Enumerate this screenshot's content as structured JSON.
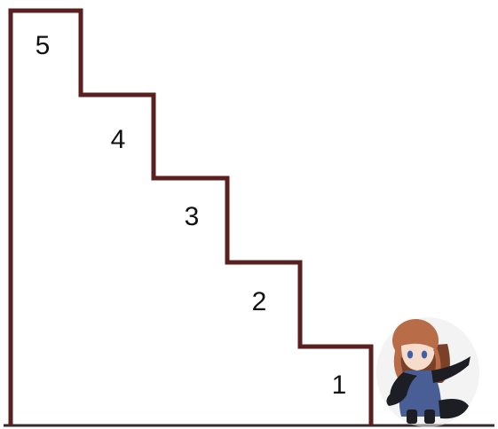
{
  "colors": {
    "background": "#ffffff",
    "outline": "#5a1f1f",
    "ground": "#3a2a2a",
    "hair": "#b86c48",
    "hair_shadow": "#7a4028",
    "skin": "#f6dccb",
    "eye": "#3f5fa8",
    "outfit_dark": "#1d1d24",
    "outfit_blue": "#4a5e96"
  },
  "steps": [
    {
      "label": "5"
    },
    {
      "label": "4"
    },
    {
      "label": "3"
    },
    {
      "label": "2"
    },
    {
      "label": "1"
    }
  ],
  "character": {
    "icon": "chibi-girl-character-icon"
  }
}
